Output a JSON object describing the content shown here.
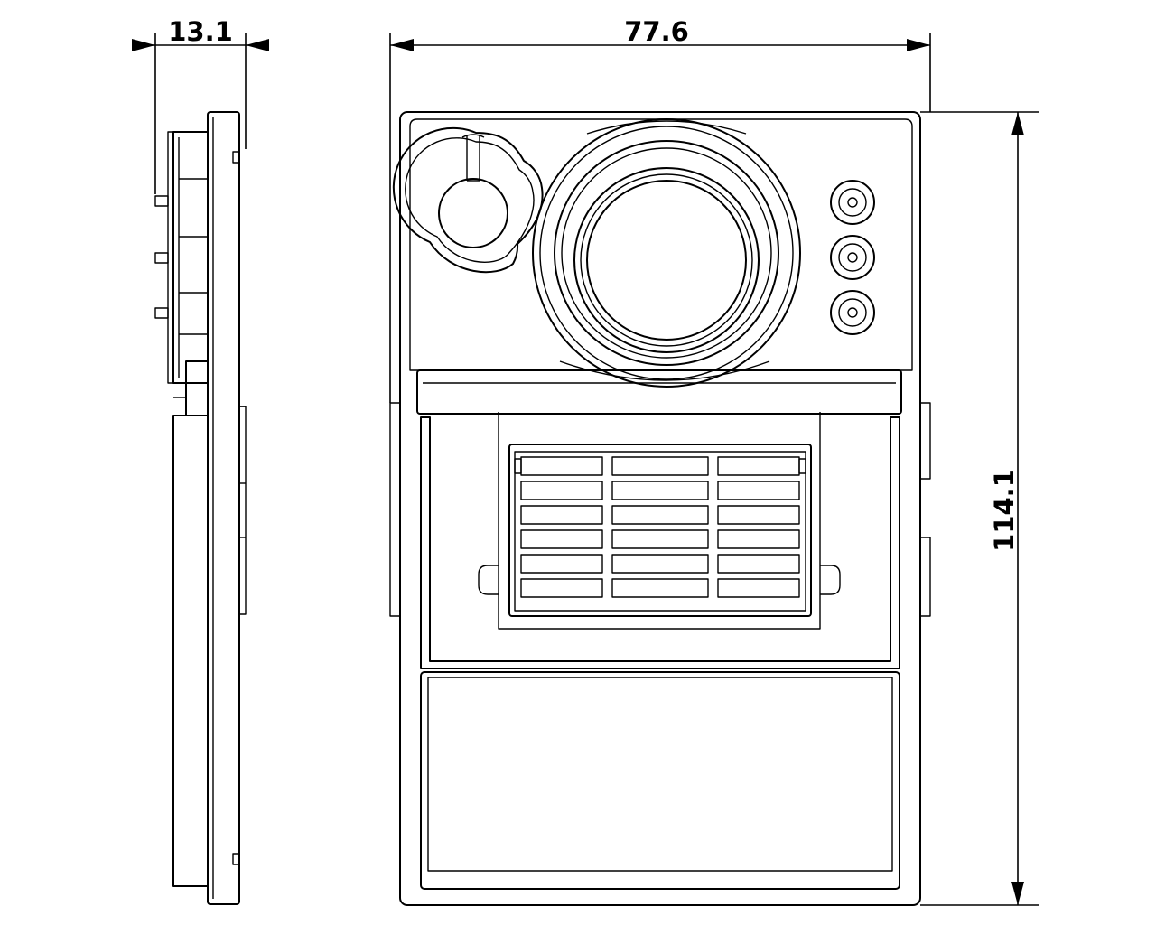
{
  "drawing": {
    "dimensions": {
      "depth": "13.1",
      "width": "77.6",
      "height": "114.1"
    },
    "line_color": "#000000",
    "background": "#ffffff"
  }
}
